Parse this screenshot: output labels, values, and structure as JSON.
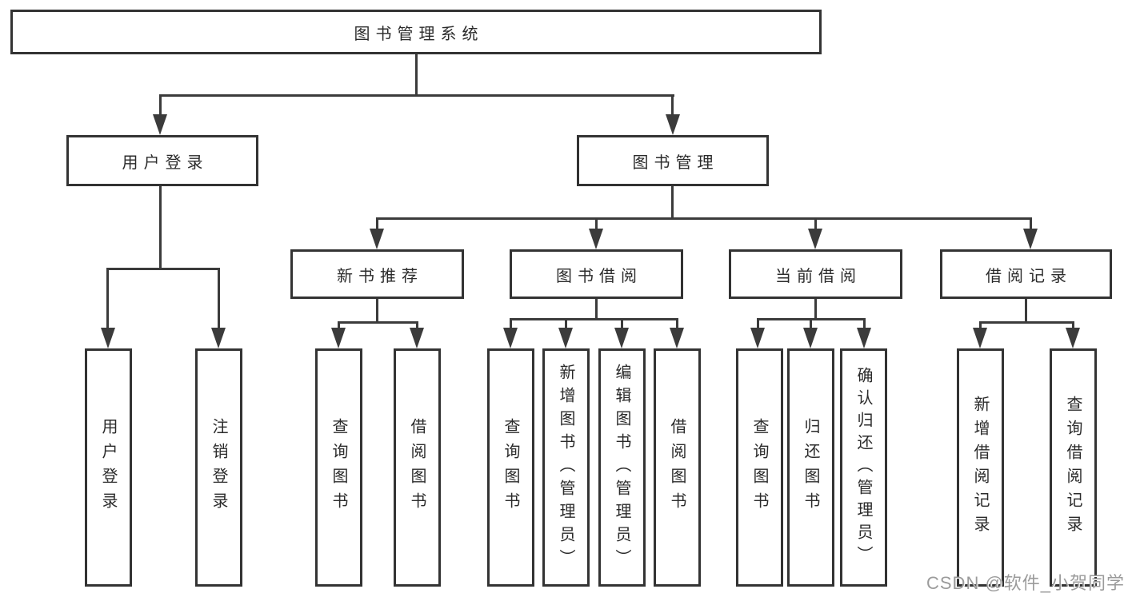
{
  "tree": {
    "root": {
      "label": "图书管理系统",
      "children": [
        {
          "label": "用户登录",
          "children": [
            {
              "label": "用户登录"
            },
            {
              "label": "注销登录"
            }
          ]
        },
        {
          "label": "图书管理",
          "children": [
            {
              "label": "新书推荐",
              "children": [
                {
                  "label": "查询图书"
                },
                {
                  "label": "借阅图书"
                }
              ]
            },
            {
              "label": "图书借阅",
              "children": [
                {
                  "label": "查询图书"
                },
                {
                  "label": "新增图书（管理员）"
                },
                {
                  "label": "编辑图书（管理员）"
                },
                {
                  "label": "借阅图书"
                }
              ]
            },
            {
              "label": "当前借阅",
              "children": [
                {
                  "label": "查询图书"
                },
                {
                  "label": "归还图书"
                },
                {
                  "label": "确认归还（管理员）"
                }
              ]
            },
            {
              "label": "借阅记录",
              "children": [
                {
                  "label": "新增借阅记录"
                },
                {
                  "label": "查询借阅记录"
                }
              ]
            }
          ]
        }
      ]
    }
  },
  "watermark": {
    "text": "CSDN @软件_小贺同学"
  },
  "colors": {
    "line": "#3b3b3b",
    "box_border": "#333333",
    "text": "#2b2b2b",
    "background": "#ffffff",
    "watermark_text": "#9b9b9b"
  }
}
